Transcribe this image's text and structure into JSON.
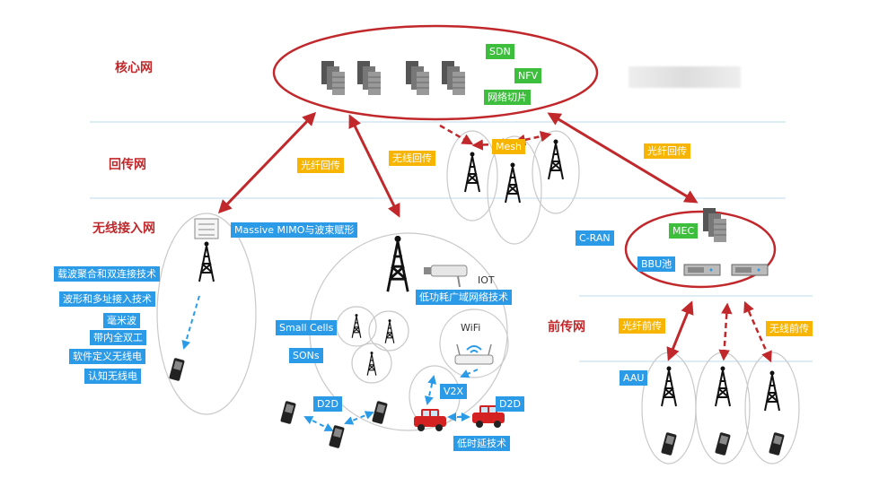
{
  "layers": {
    "core": "核心网",
    "backhaul": "回传网",
    "access": "无线接入网",
    "fronthaul": "前传网"
  },
  "core_functions": [
    "SDN",
    "NFV",
    "网络切片"
  ],
  "backhaul_labels": {
    "fiber_left": "光纤回传",
    "wireless": "无线回传",
    "mesh": "Mesh",
    "fiber_right": "光纤回传"
  },
  "access_left": {
    "title": "Massive MIMO与波束赋形",
    "tech": [
      "载波聚合和双连接技术",
      "波形和多址接入技术",
      "毫米波",
      "带内全双工",
      "软件定义无线电",
      "认知无线电"
    ]
  },
  "access_center": {
    "iot": "IOT",
    "lpwan": "低功耗广域网络技术",
    "small_cells": "Small Cells",
    "sons": "SONs",
    "wifi": "WiFi",
    "v2x": "V2X",
    "d2d_left": "D2D",
    "d2d_right": "D2D",
    "low_latency": "低时延技术"
  },
  "cran": {
    "title": "C-RAN",
    "mec": "MEC",
    "bbu": "BBU池"
  },
  "fronthaul_labels": {
    "fiber": "光纤前传",
    "wireless": "无线前传",
    "aau": "AAU"
  },
  "colors": {
    "red_line": "#c0282b",
    "blue_label": "#2b9be8",
    "green_label": "#3dbf3d",
    "orange_label": "#f7b500",
    "layer_line": "#bcd8ec"
  },
  "icons": [
    "server-icon",
    "tower-icon",
    "phone-icon",
    "car-icon",
    "camera-icon",
    "router-icon",
    "building-icon",
    "bbu-icon"
  ]
}
